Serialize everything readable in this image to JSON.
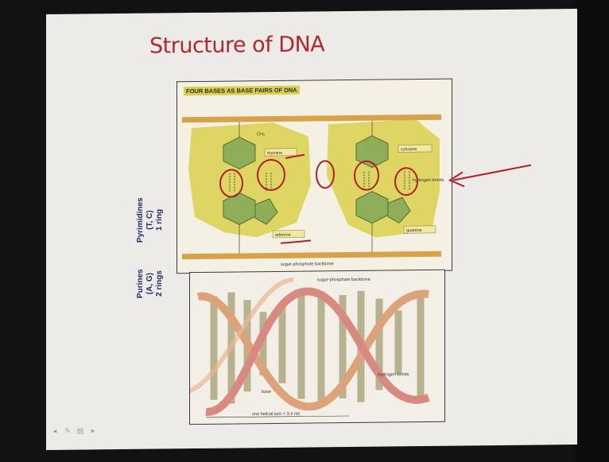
{
  "slide": {
    "title": "Structure of DNA",
    "pyrimidines_label": "Pyrimidines\n(T, C)\n1 ring",
    "purines_label": "Purines\n(A, G)\n2 rings"
  },
  "figure_top": {
    "title": "FOUR BASES AS BASE PAIRS OF DNA",
    "labels": {
      "thymine": "thymine",
      "cytosine": "cytosine",
      "adenine": "adenine",
      "guanine": "guanine",
      "hydrogen_bonds": "hydrogen bonds",
      "backbone": "sugar-phosphate backbone",
      "ch3": "CH₃"
    }
  },
  "figure_bottom": {
    "labels": {
      "backbone": "sugar-phosphate backbone",
      "hydrogen_bonds": "hydrogen bonds",
      "base": "base",
      "scale": "one helical turn = 3.4 nm"
    }
  },
  "colors": {
    "title": "#b3262e",
    "side_label": "#1f2d6b",
    "highlight": "#d9d04c",
    "annotation": "#b0202a",
    "backbone_bar": "#d8a24a"
  },
  "toolbar": {
    "icons": [
      "back-arrow-icon",
      "pen-icon",
      "slide-menu-icon",
      "forward-icon"
    ]
  }
}
